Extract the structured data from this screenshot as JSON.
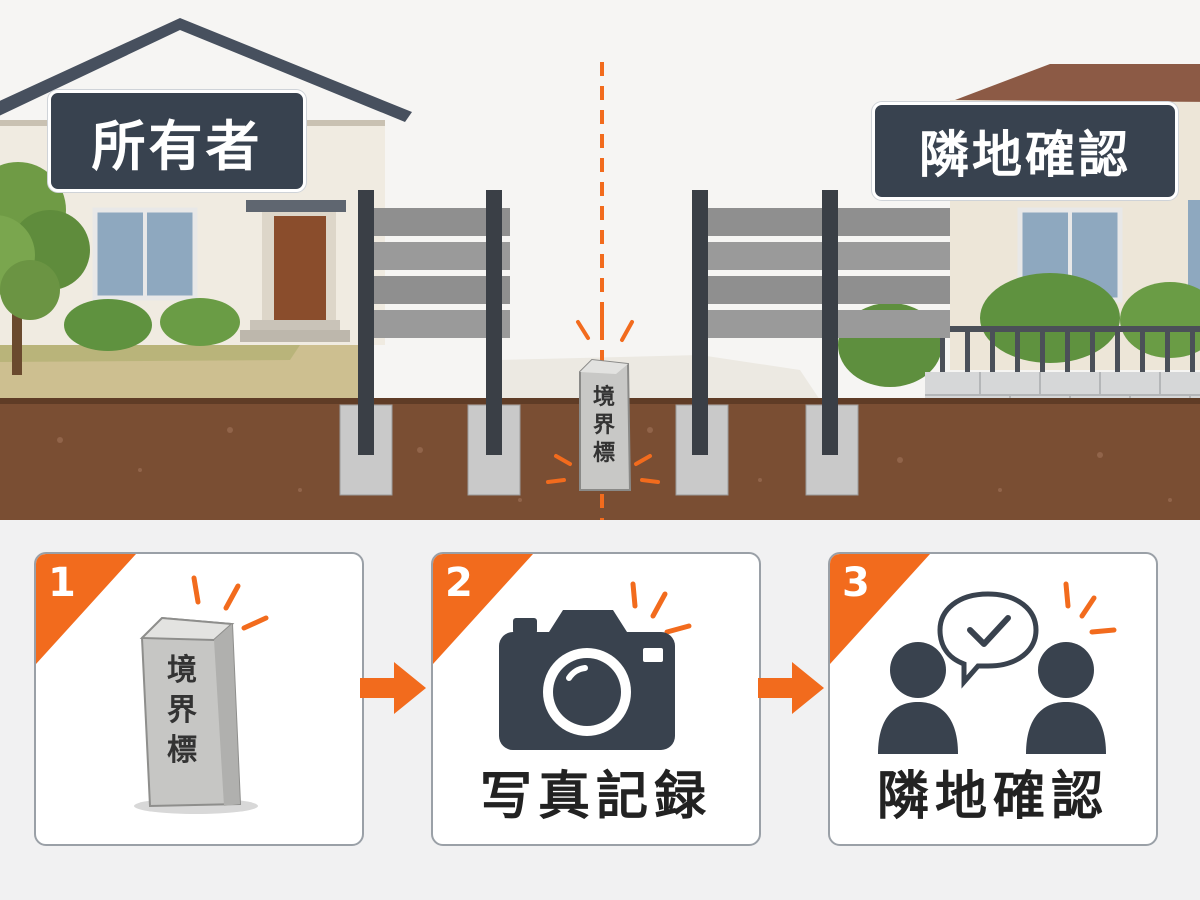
{
  "labels": {
    "owner": "所有者",
    "neighbor": "隣地確認"
  },
  "boundary_marker": {
    "chars": [
      "境",
      "界",
      "標"
    ]
  },
  "steps": [
    {
      "number": "1",
      "caption": "",
      "icon": "boundary-stone-icon"
    },
    {
      "number": "2",
      "caption": "写真記録",
      "icon": "camera-icon"
    },
    {
      "number": "3",
      "caption": "隣地確認",
      "icon": "people-check-icon"
    }
  ],
  "colors": {
    "accent": "#f26b1d",
    "label_bg": "#38424f",
    "icon_dark": "#39424e",
    "soil": "#7a4e33"
  }
}
